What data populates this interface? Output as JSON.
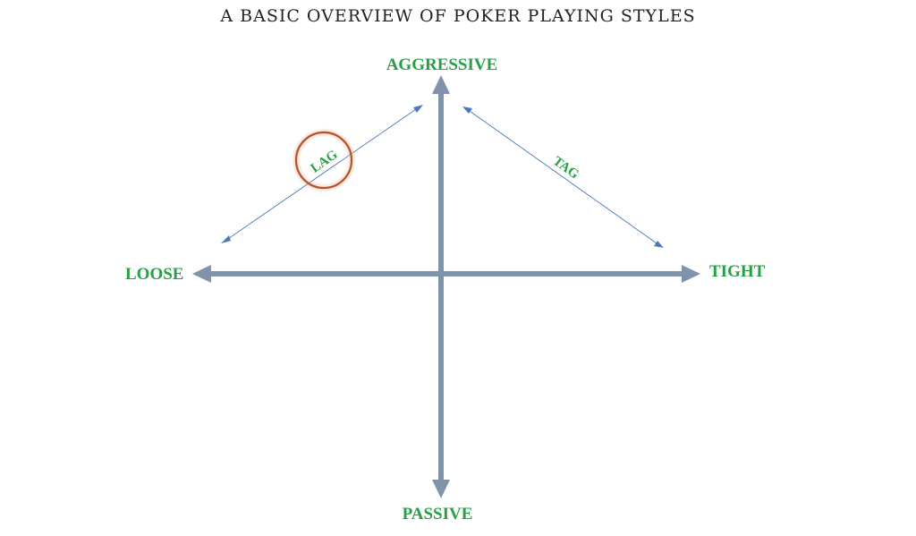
{
  "title": "A BASIC OVERVIEW OF POKER PLAYING STYLES",
  "axes": {
    "top": "AGGRESSIVE",
    "bottom": "PASSIVE",
    "left": "LOOSE",
    "right": "TIGHT"
  },
  "diagonals": {
    "upper_left": "LAG",
    "upper_right": "TAG"
  },
  "colors": {
    "label_green": "#27a045",
    "axis_gray": "#7f93aa",
    "diagonal_blue": "#4a78b8",
    "highlight_circle": "#b3552a",
    "title_text": "#222222"
  }
}
